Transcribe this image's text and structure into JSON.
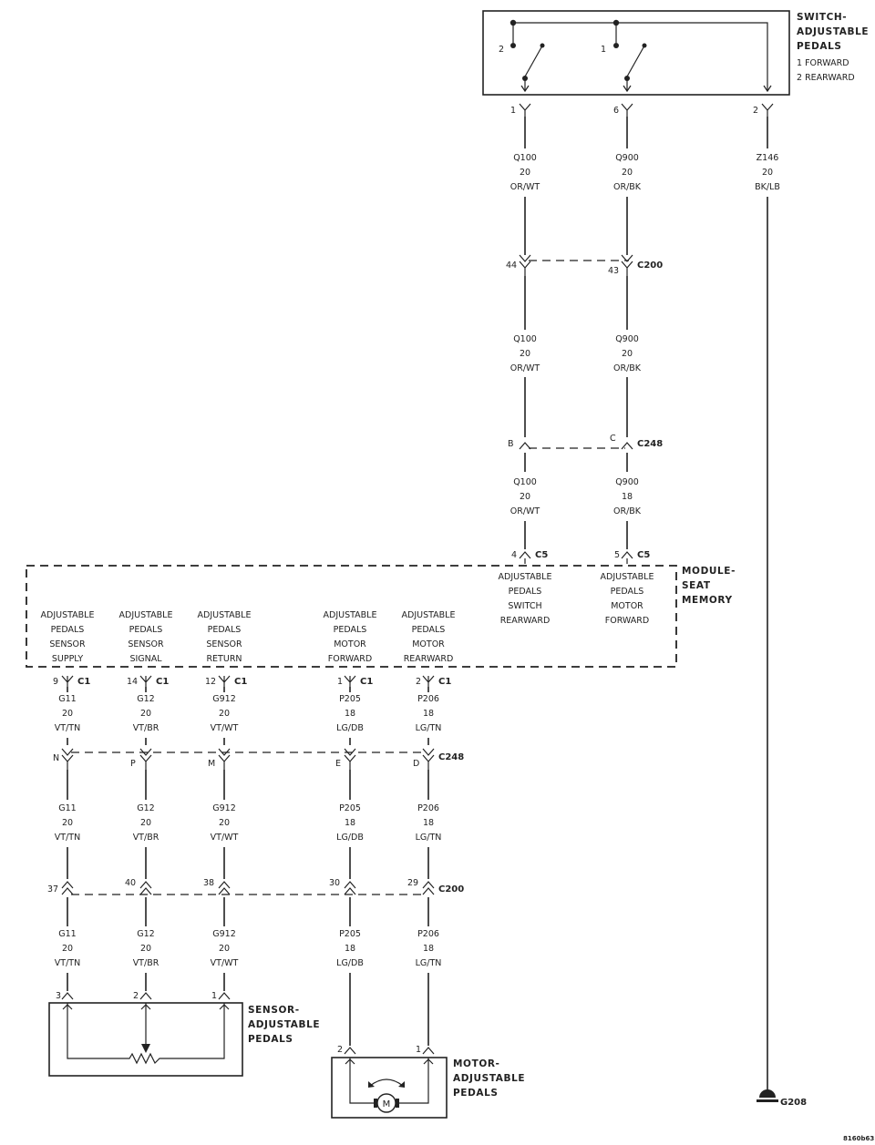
{
  "switch": {
    "title": [
      "SWITCH-",
      "ADJUSTABLE",
      "PEDALS"
    ],
    "legend": [
      "1 FORWARD",
      "2 REARWARD"
    ],
    "contact_labels": [
      "2",
      "1"
    ]
  },
  "switch_pins": [
    "1",
    "6",
    "2"
  ],
  "wires_top": [
    [
      "Q100",
      "20",
      "OR/WT"
    ],
    [
      "Q900",
      "20",
      "OR/BK"
    ],
    [
      "Z146",
      "20",
      "BK/LB"
    ]
  ],
  "c200_top": {
    "pins": [
      "44",
      "43"
    ],
    "name": "C200"
  },
  "wires_mid": [
    [
      "Q100",
      "20",
      "OR/WT"
    ],
    [
      "Q900",
      "20",
      "OR/BK"
    ]
  ],
  "c248_top": {
    "pins": [
      "B",
      "C"
    ],
    "name": "C248"
  },
  "wires_c5": [
    [
      "Q100",
      "20",
      "OR/WT"
    ],
    [
      "Q900",
      "18",
      "OR/BK"
    ]
  ],
  "c5_pins": [
    {
      "pin": "4",
      "conn": "C5"
    },
    {
      "pin": "5",
      "conn": "C5"
    }
  ],
  "module": {
    "title": [
      "MODULE-",
      "SEAT",
      "MEMORY"
    ],
    "top_funcs": [
      [
        "ADJUSTABLE",
        "PEDALS",
        "SWITCH",
        "REARWARD"
      ],
      [
        "ADJUSTABLE",
        "PEDALS",
        "MOTOR",
        "FORWARD"
      ]
    ],
    "funcs": [
      [
        "ADJUSTABLE",
        "PEDALS",
        "SENSOR",
        "SUPPLY"
      ],
      [
        "ADJUSTABLE",
        "PEDALS",
        "SENSOR",
        "SIGNAL"
      ],
      [
        "ADJUSTABLE",
        "PEDALS",
        "SENSOR",
        "RETURN"
      ],
      [
        "ADJUSTABLE",
        "PEDALS",
        "MOTOR",
        "FORWARD"
      ],
      [
        "ADJUSTABLE",
        "PEDALS",
        "MOTOR",
        "REARWARD"
      ]
    ]
  },
  "c1_pins": [
    {
      "pin": "9",
      "conn": "C1"
    },
    {
      "pin": "14",
      "conn": "C1"
    },
    {
      "pin": "12",
      "conn": "C1"
    },
    {
      "pin": "1",
      "conn": "C1"
    },
    {
      "pin": "2",
      "conn": "C1"
    }
  ],
  "wires_bottom": [
    [
      "G11",
      "20",
      "VT/TN"
    ],
    [
      "G12",
      "20",
      "VT/BR"
    ],
    [
      "G912",
      "20",
      "VT/WT"
    ],
    [
      "P205",
      "18",
      "LG/DB"
    ],
    [
      "P206",
      "18",
      "LG/TN"
    ]
  ],
  "c248_bottom": {
    "pins": [
      "N",
      "P",
      "M",
      "E",
      "D"
    ],
    "name": "C248"
  },
  "c200_bottom": {
    "pins": [
      "37",
      "40",
      "38",
      "30",
      "29"
    ],
    "name": "C200"
  },
  "sensor": {
    "title": [
      "SENSOR-",
      "ADJUSTABLE",
      "PEDALS"
    ],
    "pins": [
      "3",
      "2",
      "1"
    ]
  },
  "motor": {
    "title": [
      "MOTOR-",
      "ADJUSTABLE",
      "PEDALS"
    ],
    "pins": [
      "2",
      "1"
    ],
    "symbol": "M"
  },
  "ground": {
    "name": "G208"
  },
  "footer_code": "8160b63"
}
